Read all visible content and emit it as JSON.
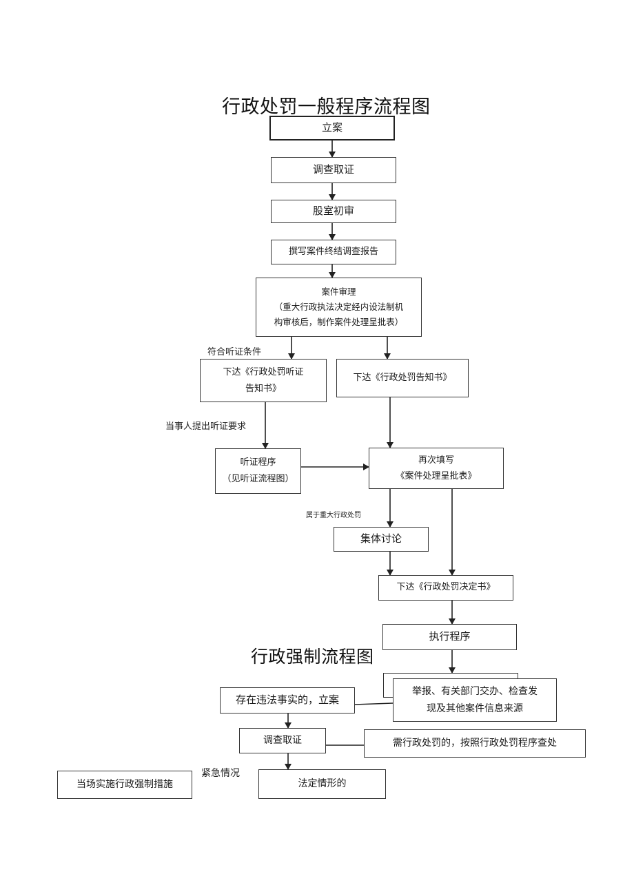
{
  "flowchart_1": {
    "title": "行政处罚一般程序流程图",
    "nodes": {
      "file_case": "立案",
      "investigate": "调查取证",
      "preliminary_review": "股室初审",
      "write_report": "撰写案件终结调查报告",
      "case_review": {
        "line1": "案件审理",
        "line2": "（重大行政执法决定经内设法制机",
        "line3": "构审核后，制作案件处理呈批表）"
      },
      "hearing_notice": {
        "line1": "下达《行政处罚听证",
        "line2": "告知书》"
      },
      "penalty_notice": "下达《行政处罚告知书》",
      "hearing_procedure": {
        "line1": "听证程序",
        "line2": "（见听证流程图）"
      },
      "refill_form": {
        "line1": "再次填写",
        "line2": "《案件处理呈批表》"
      },
      "collective_discussion": "集体讨论",
      "decision_notice": "下达《行政处罚决定书》",
      "execution": "执行程序"
    },
    "edge_labels": {
      "meets_hearing": "符合听证条件",
      "party_requests_hearing": "当事人提出听证要求",
      "major_penalty": "属于重大行政处罚"
    }
  },
  "flowchart_2": {
    "title": "行政强制流程图",
    "nodes": {
      "illegal_fact_file": "存在违法事实的，立案",
      "sources": {
        "line1": "举报、有关部门交办、检查发",
        "line2": "现及其他案件信息来源"
      },
      "investigate": "调查取证",
      "need_penalty": "需行政处罚的，按照行政处罚程序查处",
      "legal_circumstance": "法定情形的",
      "onsite_measure": "当场实施行政强制措施"
    },
    "edge_labels": {
      "emergency": "紧急情况"
    }
  }
}
